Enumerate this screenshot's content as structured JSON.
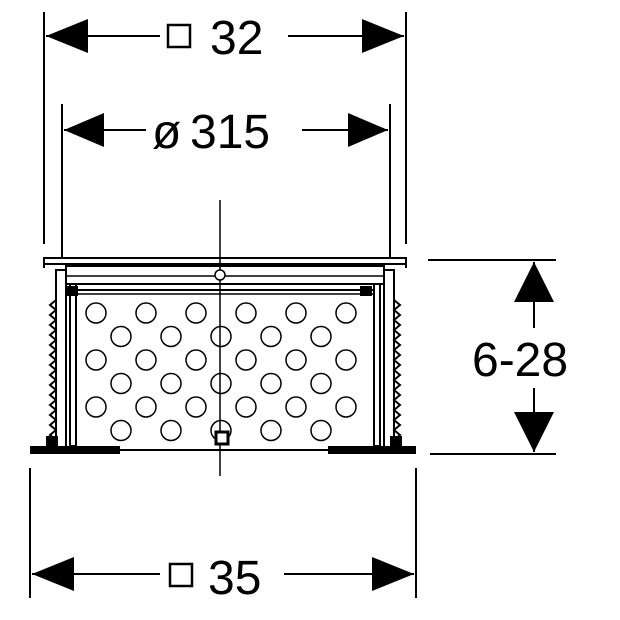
{
  "dimensions": {
    "top_square": {
      "symbol": "square",
      "value": "32"
    },
    "diameter": {
      "symbol": "ø",
      "value": "315"
    },
    "height_range": {
      "value": "6-28"
    },
    "bottom_square": {
      "symbol": "square",
      "value": "35"
    }
  },
  "colors": {
    "stroke": "#000000",
    "background": "#ffffff"
  },
  "perforation": {
    "rows": [
      {
        "count": 6
      },
      {
        "count": 5
      },
      {
        "count": 6
      },
      {
        "count": 5
      },
      {
        "count": 6
      },
      {
        "count": 5
      }
    ]
  }
}
